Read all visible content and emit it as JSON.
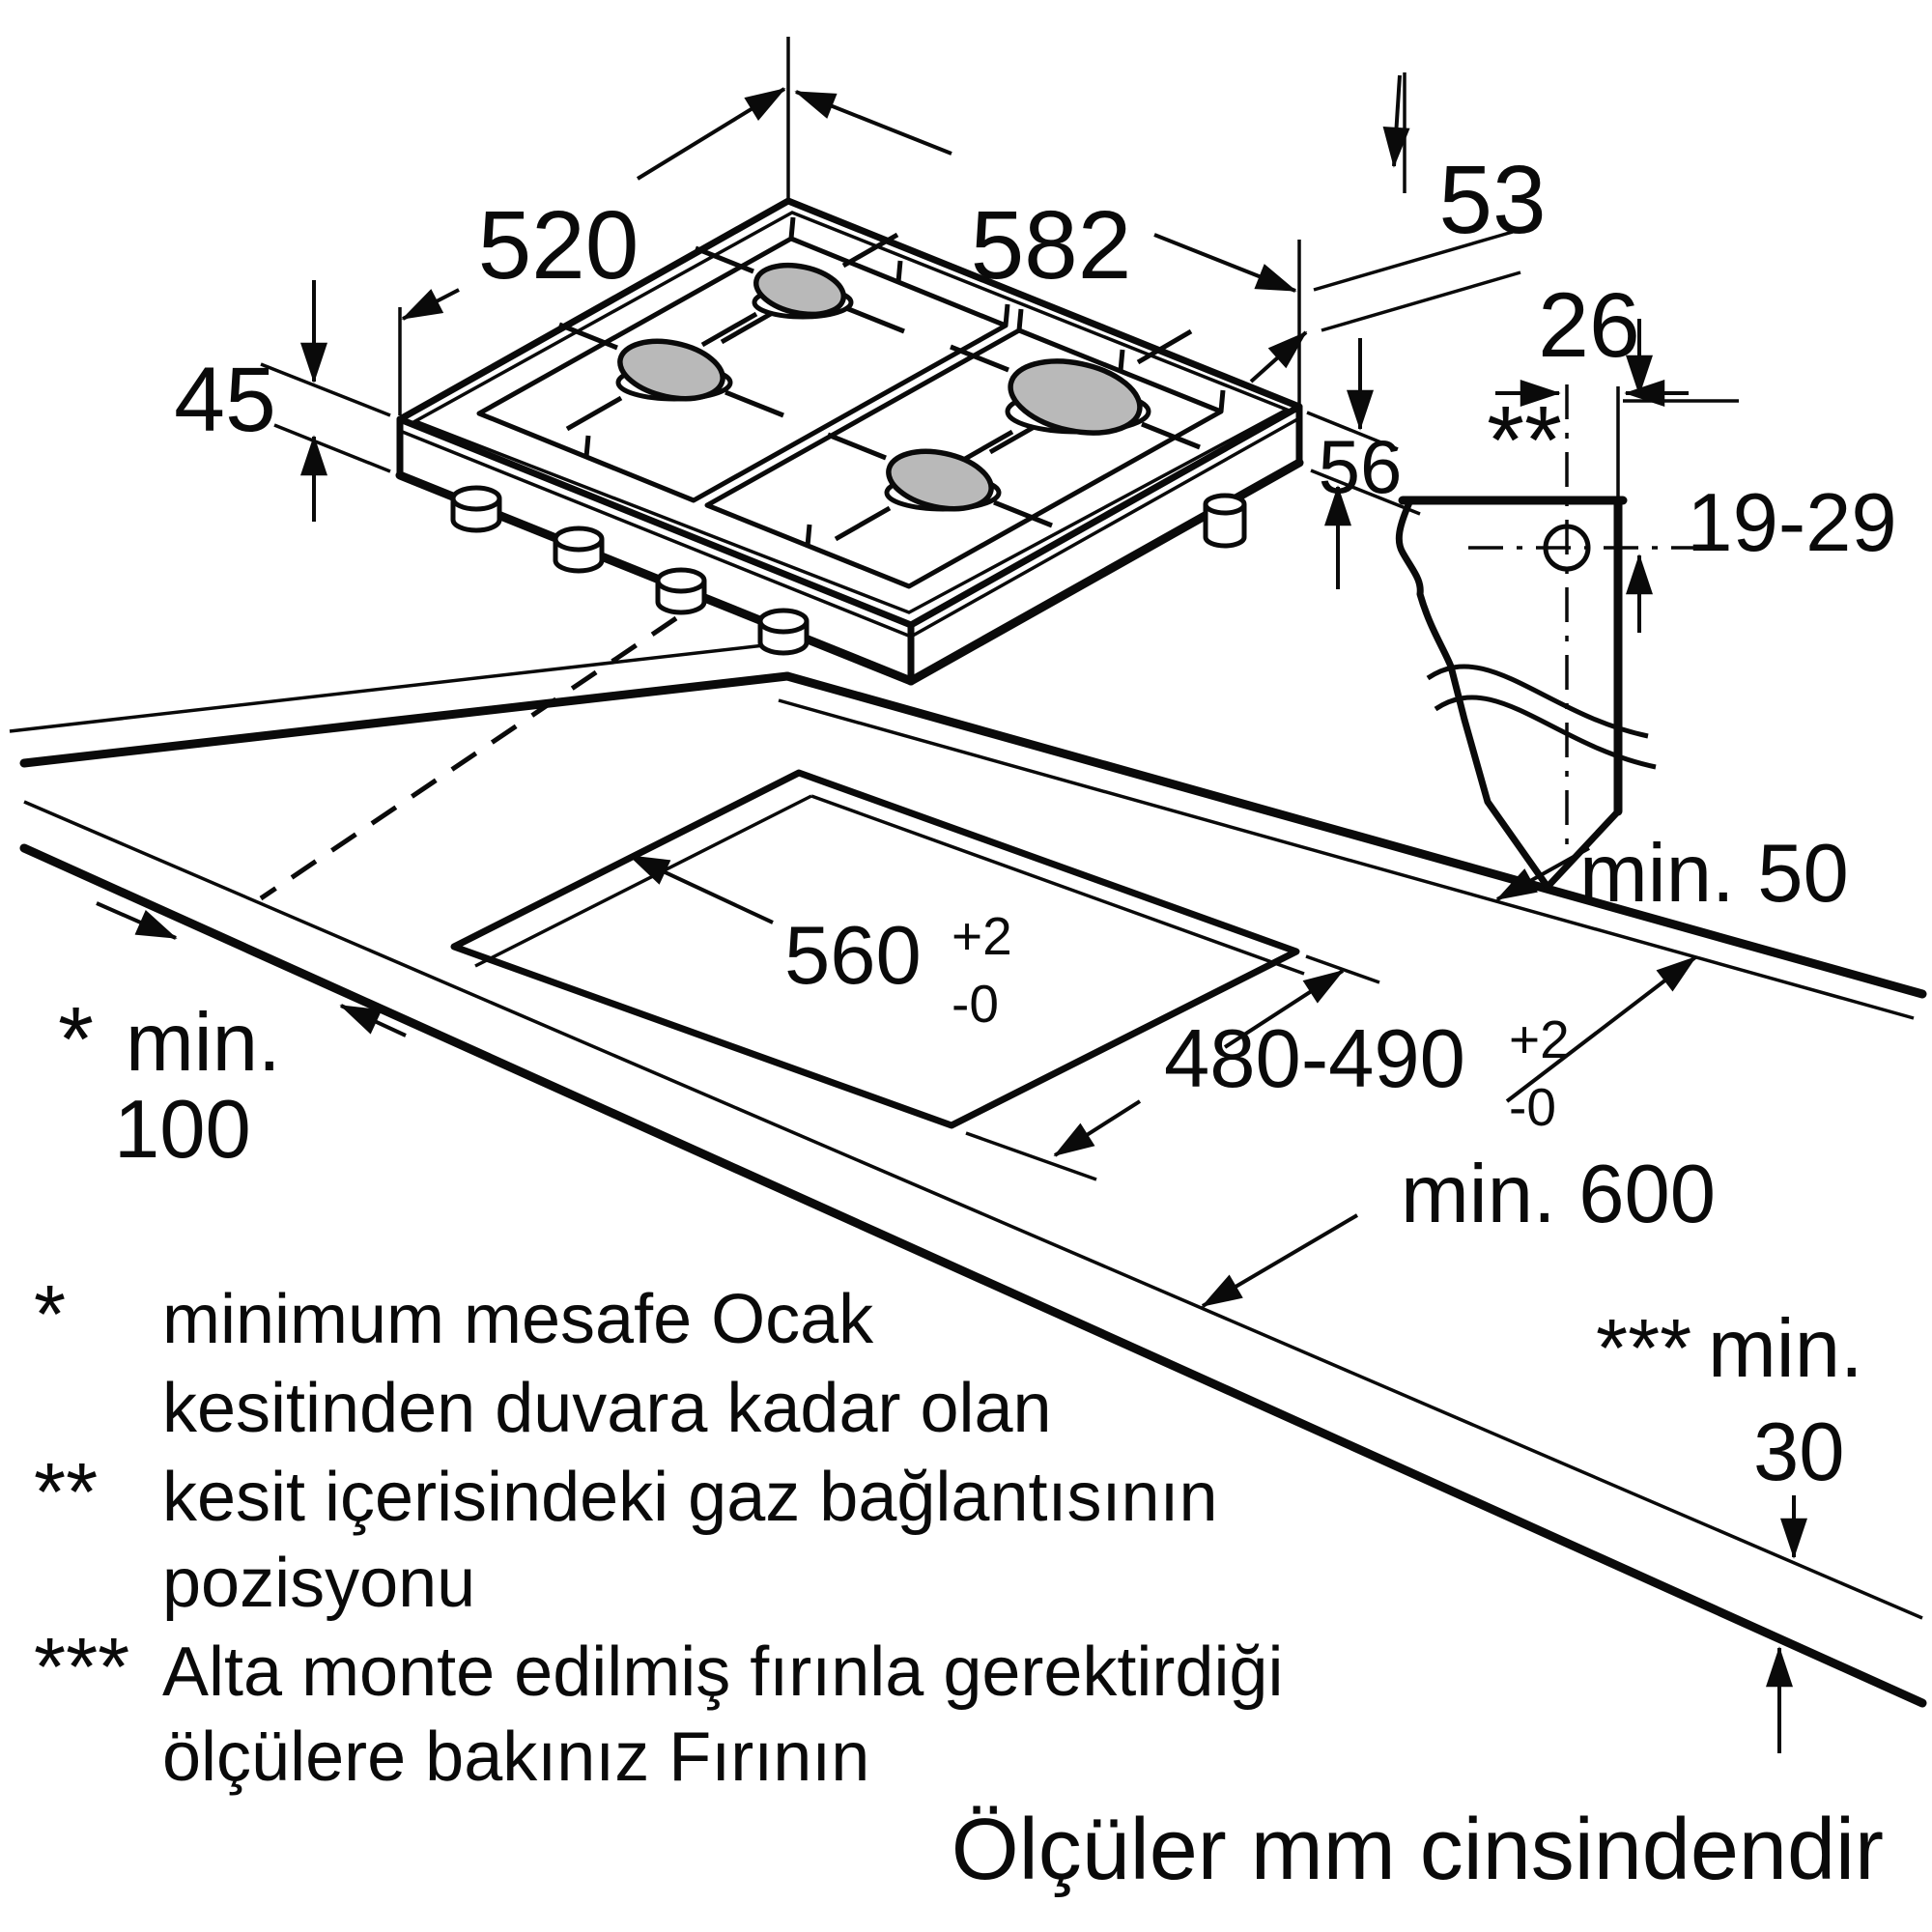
{
  "drawing": {
    "hob": {
      "width": "582",
      "depth": "520",
      "height_front": "45",
      "edge_height": "53",
      "body_height": "56"
    },
    "gas_detail": {
      "horizontal_offset": "26",
      "marker": "**",
      "vertical_range": "19-29"
    },
    "cutout": {
      "width": "560",
      "width_tol_plus": "+2",
      "width_tol_minus": "-0",
      "depth": "480-490",
      "depth_tol_plus": "+2",
      "depth_tol_minus": "-0",
      "min_back": "min. 50",
      "min_left_marker": "*",
      "min_left_label": "min.",
      "min_left_value": "100",
      "min_worktop_depth": "min. 600",
      "min_front_marker": "***",
      "min_front_label": "min.",
      "min_front_value": "30"
    },
    "notes": [
      {
        "marker": "*",
        "line1": "minimum mesafe Ocak",
        "line2": "kesitinden duvara kadar olan"
      },
      {
        "marker": "**",
        "line1": "kesit içerisindeki gaz bağlantısının",
        "line2": "pozisyonu"
      },
      {
        "marker": "***",
        "line1": "Alta monte edilmiş fırınla gerektirdiği",
        "line2": "ölçülere bakınız Fırının"
      }
    ],
    "footer": "Ölçüler mm cinsindendir"
  }
}
